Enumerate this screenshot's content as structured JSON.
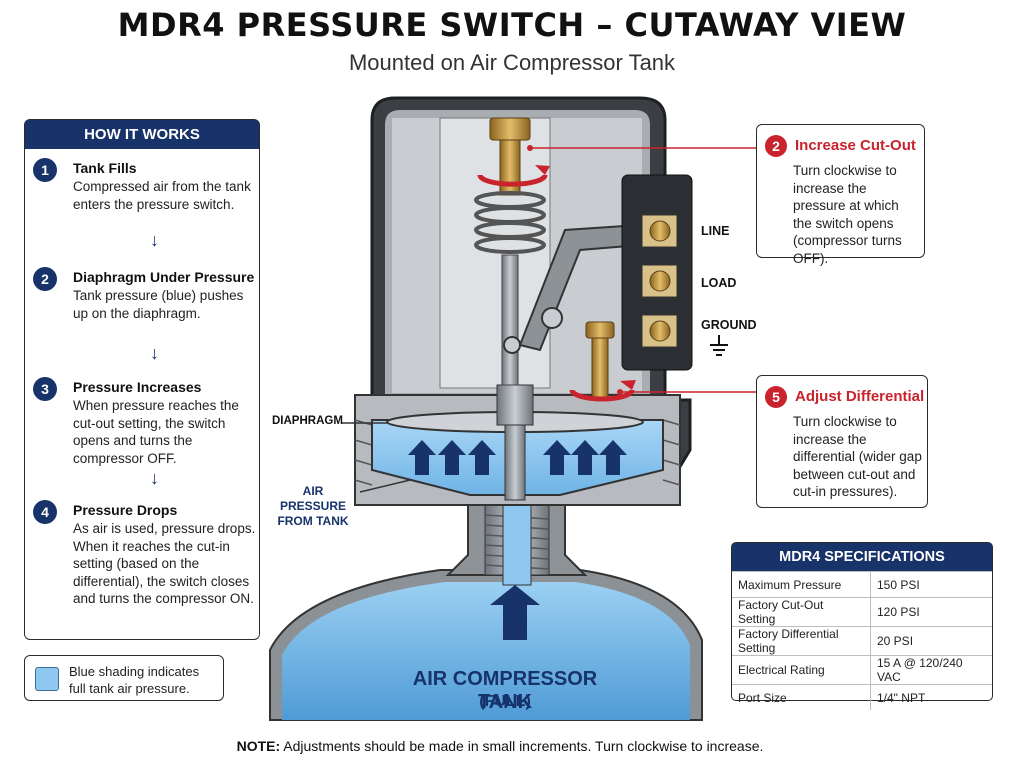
{
  "title": "MDR4 PRESSURE SWITCH – CUTAWAY VIEW",
  "subtitle": "Mounted on Air Compressor Tank",
  "how_it_works": {
    "heading": "HOW IT WORKS",
    "steps": [
      {
        "num": "1",
        "title": "Tank Fills",
        "text": "Compressed air from the tank enters the pressure switch."
      },
      {
        "num": "2",
        "title": "Diaphragm Under Pressure",
        "text": "Tank pressure (blue) pushes up on the diaphragm."
      },
      {
        "num": "3",
        "title": "Pressure Increases",
        "text": "When pressure reaches the cut-out setting, the switch opens and turns the compressor OFF."
      },
      {
        "num": "4",
        "title": "Pressure Drops",
        "text": "As air is used, pressure drops. When it reaches the cut-in setting (based on the differential), the switch closes and turns the compressor ON."
      }
    ]
  },
  "legend": {
    "text": "Blue shading indicates full tank air pressure.",
    "color": "#8ec7ef"
  },
  "callouts": [
    {
      "num": "2",
      "title": "Increase Cut-Out",
      "text": "Turn clockwise to increase the pressure at which the switch opens (compressor turns OFF)."
    },
    {
      "num": "5",
      "title": "Adjust Differential",
      "text": "Turn clockwise to increase the differential (wider gap between cut-out and cut-in pressures)."
    }
  ],
  "diagram_labels": {
    "line": "LINE",
    "load": "LOAD",
    "ground": "GROUND",
    "diaphragm": "DIAPHRAGM",
    "air_pressure": "AIR PRESSURE FROM TANK",
    "tank": "AIR COMPRESSOR TANK",
    "tank_state": "(FULL)"
  },
  "specs": {
    "heading": "MDR4 SPECIFICATIONS",
    "rows": [
      {
        "label": "Maximum Pressure",
        "value": "150 PSI"
      },
      {
        "label": "Factory Cut-Out Setting",
        "value": "120 PSI"
      },
      {
        "label": "Factory Differential Setting",
        "value": "20 PSI"
      },
      {
        "label": "Electrical Rating",
        "value": "15 A @ 120/240 VAC"
      },
      {
        "label": "Port Size",
        "value": "1/4\" NPT"
      }
    ]
  },
  "note": {
    "prefix": "NOTE:",
    "text": "Adjustments should be made in small increments. Turn clockwise to increase."
  },
  "colors": {
    "navy": "#17336a",
    "red": "#c9232d",
    "air_blue": "#8ec7ef",
    "brass": "#c9a04a"
  }
}
